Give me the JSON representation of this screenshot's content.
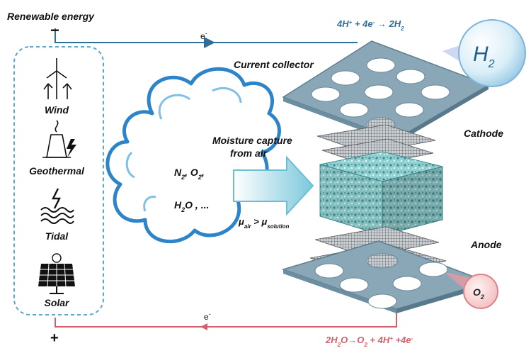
{
  "source_panel": {
    "title": "Renewable energy",
    "minus": "−",
    "plus": "+",
    "sources": [
      {
        "label": "Wind",
        "icon": "wind-turbine-icon"
      },
      {
        "label": "Geothermal",
        "icon": "geothermal-plant-icon"
      },
      {
        "label": "Tidal",
        "icon": "tidal-wave-icon"
      },
      {
        "label": "Solar",
        "icon": "solar-panel-icon"
      }
    ]
  },
  "circuit": {
    "top_electron": "e",
    "bottom_electron": "e",
    "electron_charge": "-",
    "top_reaction": {
      "a": "4H",
      "a_sup": "+",
      "b": " + 4e",
      "b_sup": "-",
      "arrow": " → ",
      "c": "2H",
      "c_sub": "2"
    },
    "bottom_reaction": {
      "a": "2H",
      "a_sub": "2",
      "b": "O",
      "arrow": "→",
      "c": "O",
      "c_sub": "2",
      "d": " + 4H",
      "d_sup": "+",
      "e": " +4e",
      "e_sup": "-"
    }
  },
  "cloud": {
    "line1": {
      "n": "N",
      "n_sub": "2",
      "sep": ", O",
      "o_sub": "2",
      "end": ","
    },
    "line2": {
      "h": "H",
      "h_sub": "2",
      "rest": "O , ..."
    }
  },
  "arrow": {
    "caption_line1": "Moisture capture",
    "caption_line2": "from air",
    "mu": "μ",
    "mu_air_sub": "air",
    "gt": " > ",
    "mu_sol_sub": "solution"
  },
  "stack": {
    "current_collector": "Current collector",
    "cathode": "Cathode",
    "anode": "Anode",
    "h2_bubble": {
      "text": "H",
      "sub": "2"
    },
    "o2_bubble": {
      "text": "O",
      "sub": "2"
    }
  },
  "colors": {
    "circuit_blue": "#2f6f97",
    "circuit_red": "#d2606a",
    "plate": "#8aa7b8",
    "hydrogel": "#7fc3c3",
    "cloud_edge": "#2d84c9",
    "h2_text": "#1f5f8b",
    "o2_text": "#222222"
  }
}
